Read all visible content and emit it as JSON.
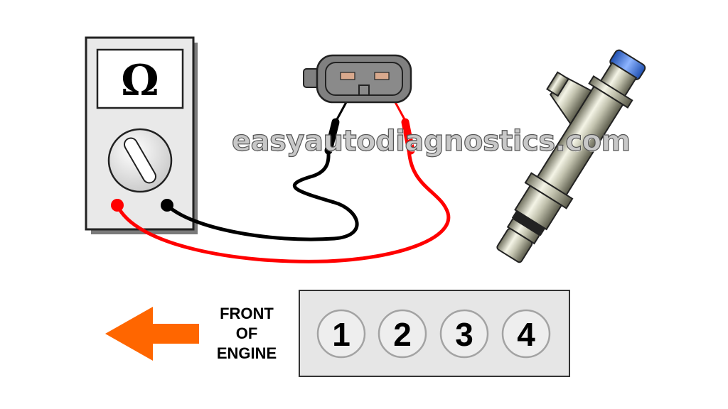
{
  "multimeter": {
    "symbol": "Ω",
    "colors": {
      "body": "#e9e9e9",
      "outline": "#222222",
      "shadow": "#7a7a7a"
    }
  },
  "leads": {
    "black": {
      "color": "#000000"
    },
    "red": {
      "color": "#ff0000"
    }
  },
  "connector": {
    "color": "#808080",
    "terminal_color": "#d9a98d"
  },
  "injector": {
    "body_color": "#b7b7a3",
    "cap_color": "#3f74d8"
  },
  "watermark": "easyautodiagnostics.com",
  "front_label": {
    "line1": "FRONT",
    "line2": "OF",
    "line3": "ENGINE"
  },
  "arrow": {
    "color": "#ff6600",
    "direction": "left"
  },
  "cylinders": [
    "1",
    "2",
    "3",
    "4"
  ],
  "colors": {
    "panel": "#e6e6e6",
    "circle": "#eeeeee"
  }
}
